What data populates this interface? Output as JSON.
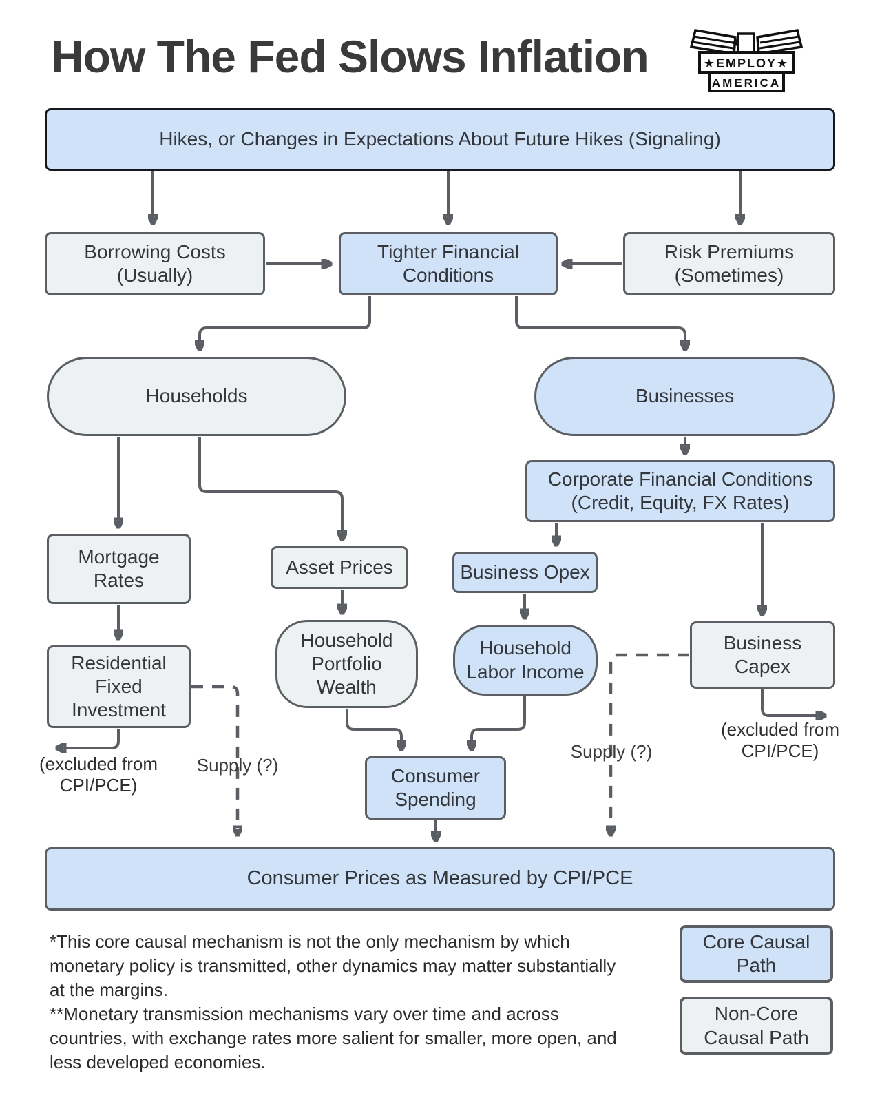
{
  "title": "How The Fed Slows Inflation",
  "logo": {
    "top": "★EMPLOY★",
    "bottom": "AMERICA"
  },
  "colors": {
    "core_path_fill": "#cfe2f8",
    "non_core_fill": "#eef1f2",
    "line": "#5b5f63",
    "top_box_border": "#16181d",
    "text": "#33373c"
  },
  "nodes": {
    "signaling": {
      "label": "Hikes, or Changes in Expectations About Future Hikes (Signaling)"
    },
    "borrowing_costs": {
      "label": "Borrowing Costs\n(Usually)"
    },
    "tighter_financial_conditions": {
      "label": "Tighter Financial\nConditions"
    },
    "risk_premiums": {
      "label": "Risk Premiums\n(Sometimes)"
    },
    "households": {
      "label": "Households"
    },
    "businesses": {
      "label": "Businesses"
    },
    "corporate_financial_conditions": {
      "label": "Corporate Financial Conditions\n(Credit, Equity, FX Rates)"
    },
    "mortgage_rates": {
      "label": "Mortgage\nRates"
    },
    "asset_prices": {
      "label": "Asset Prices"
    },
    "business_opex": {
      "label": "Business Opex"
    },
    "business_capex": {
      "label": "Business\nCapex"
    },
    "residential_fixed_investment": {
      "label": "Residential\nFixed\nInvestment"
    },
    "household_portfolio_wealth": {
      "label": "Household\nPortfolio\nWealth"
    },
    "household_labor_income": {
      "label": "Household\nLabor Income"
    },
    "consumer_spending": {
      "label": "Consumer\nSpending"
    },
    "consumer_prices": {
      "label": "Consumer Prices as Measured by CPI/PCE"
    }
  },
  "annotations": {
    "excluded_left": "(excluded from\nCPI/PCE)",
    "excluded_right": "(excluded from\nCPI/PCE)",
    "supply_left": "Supply (?)",
    "supply_right": "Supply (?)"
  },
  "legend": {
    "core": "Core Causal\nPath",
    "non_core": "Non-Core\nCausal Path"
  },
  "footnotes": "*This core causal mechanism is not the only mechanism by which\nmonetary policy is transmitted, other dynamics may matter substantially\nat the margins.\n**Monetary transmission mechanisms vary over time and across\ncountries, with exchange rates more salient for smaller, more open, and\nless developed economies."
}
